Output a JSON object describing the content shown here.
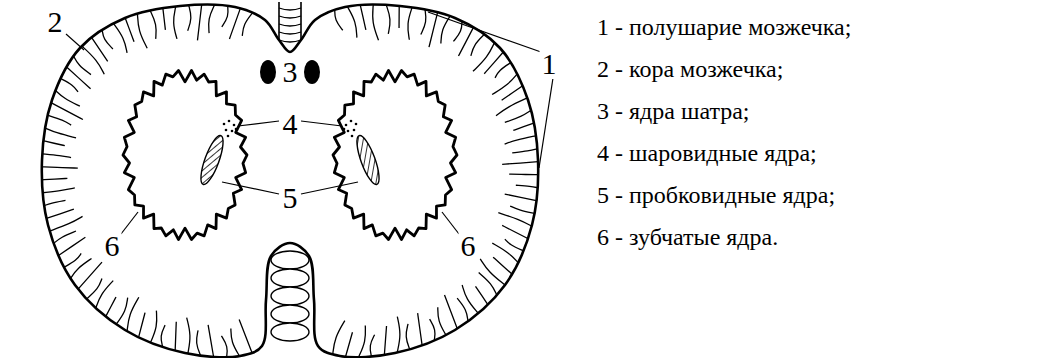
{
  "diagram": {
    "labels": [
      "2",
      "1",
      "3",
      "4",
      "5",
      "6",
      "6",
      "1 - полушарие мозжечка;",
      "2 - кора мозжечка;",
      "3 - ядра шатра;",
      "4 - шаровидные ядра;",
      "5 - пробковидные ядра;",
      "6 - зубчатые ядра."
    ]
  }
}
